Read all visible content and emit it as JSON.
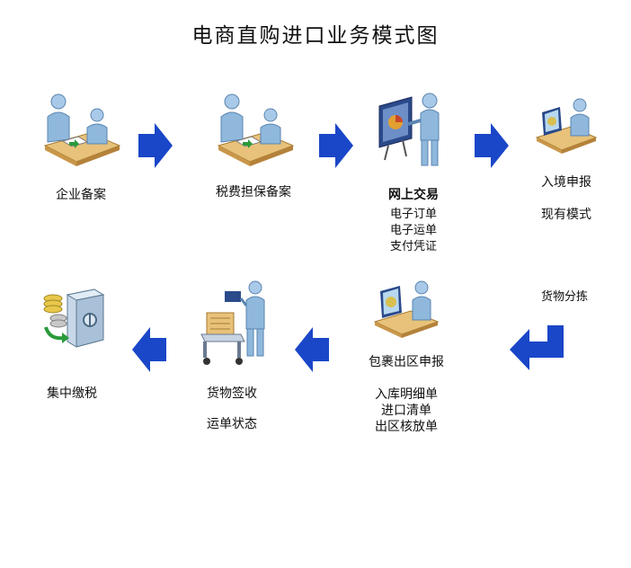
{
  "title": "电商直购进口业务模式图",
  "row1": [
    {
      "label": "企业备案"
    },
    {
      "label": "税费担保备案"
    },
    {
      "label": "网上交易",
      "details": [
        "电子订单",
        "电子运单",
        "支付凭证"
      ]
    },
    {
      "label": "入境申报",
      "note": "现有模式"
    }
  ],
  "transition": {
    "label": "货物分拣"
  },
  "row2": [
    {
      "label": "包裹出区申报",
      "details": [
        "入库明细单",
        "进口清单",
        "出区核放单"
      ]
    },
    {
      "label": "货物签收",
      "note": "运单状态"
    },
    {
      "label": "集中缴税"
    }
  ],
  "colors": {
    "arrow": "#1a46c8",
    "person": "#8fb8dc",
    "desk": "#e8c27a"
  }
}
